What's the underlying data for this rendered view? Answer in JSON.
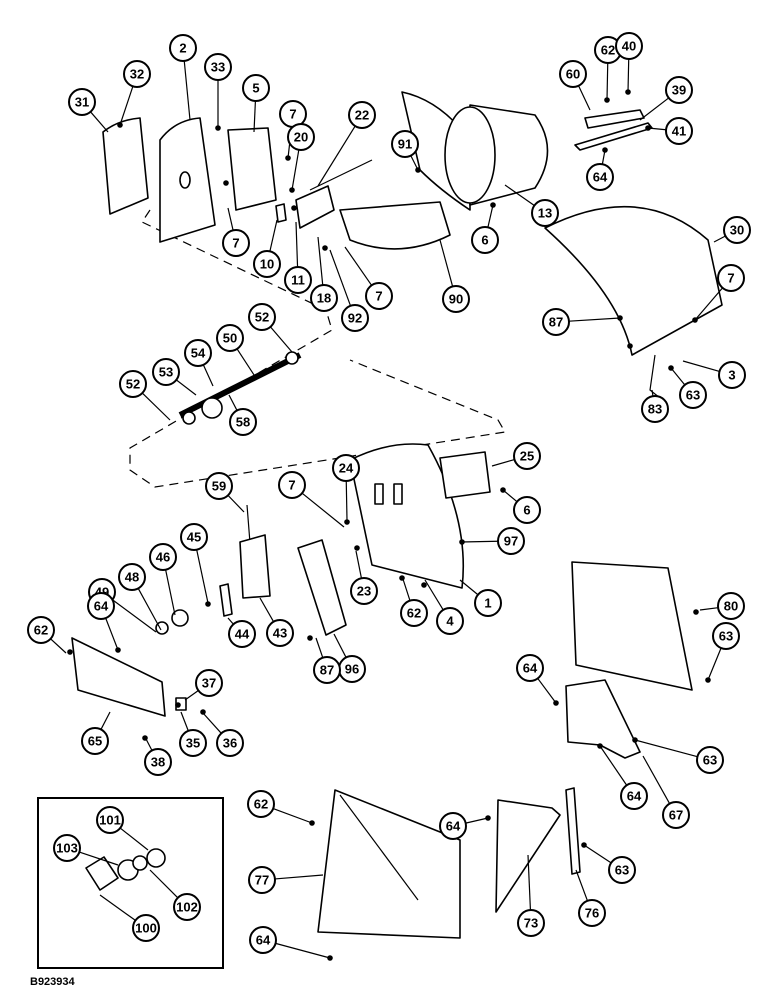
{
  "drawing_id": "B923934",
  "callouts": [
    "2",
    "32",
    "31",
    "33",
    "5",
    "7",
    "20",
    "22",
    "91",
    "62",
    "40",
    "60",
    "39",
    "41",
    "64",
    "13",
    "6",
    "30",
    "7",
    "87",
    "3",
    "63",
    "83",
    "7",
    "10",
    "11",
    "18",
    "92",
    "7",
    "90",
    "52",
    "50",
    "54",
    "53",
    "52",
    "58",
    "25",
    "24",
    "7",
    "6",
    "59",
    "45",
    "46",
    "48",
    "49",
    "97",
    "23",
    "4",
    "1",
    "62",
    "43",
    "44",
    "96",
    "87",
    "64",
    "62",
    "65",
    "37",
    "35",
    "36",
    "38",
    "80",
    "63",
    "64",
    "63",
    "67",
    "64",
    "101",
    "103",
    "102",
    "100",
    "62",
    "77",
    "64",
    "73",
    "63",
    "76",
    "64"
  ]
}
